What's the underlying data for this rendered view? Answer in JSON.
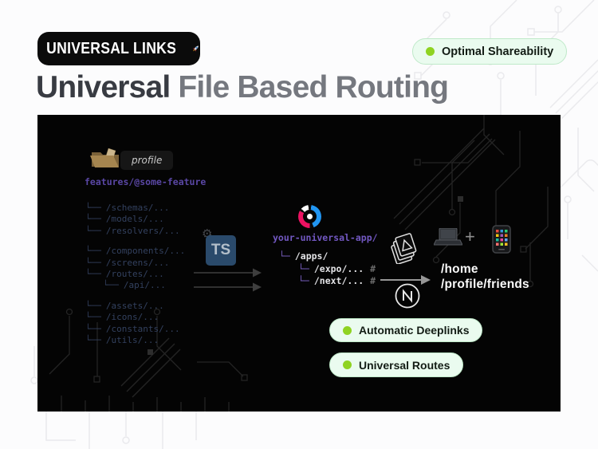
{
  "header": {
    "brand_badge": {
      "label": "UNIVERSAL LINKS"
    },
    "shareability_badge": {
      "label": "Optimal Shareability"
    },
    "title": {
      "primary": "Universal",
      "secondary": "File Based Routing"
    }
  },
  "panel": {
    "folder_tag": "profile",
    "feature_tree": {
      "root": "features/@some-feature",
      "glyph": "└──",
      "groups": [
        [
          {
            "label": "/schemas/...",
            "indent": 0
          },
          {
            "label": "/models/...",
            "indent": 0
          },
          {
            "label": "/resolvers/...",
            "indent": 0
          }
        ],
        [
          {
            "label": "/components/...",
            "indent": 0
          },
          {
            "label": "/screens/...",
            "indent": 0
          },
          {
            "label": "/routes/...",
            "indent": 0
          },
          {
            "label": "/api/...",
            "indent": 1
          }
        ],
        [
          {
            "label": "/assets/...",
            "indent": 0
          },
          {
            "label": "/icons/...",
            "indent": 0
          },
          {
            "label": "/constants/...",
            "indent": 0
          },
          {
            "label": "/utils/...",
            "indent": 0
          }
        ]
      ]
    },
    "ts_label": "TS",
    "app_tree": {
      "root": "your-universal-app/",
      "glyph": "└─",
      "items": [
        {
          "label": "/apps/",
          "indent": 0,
          "suffix": ""
        },
        {
          "label": "/expo/...",
          "indent": 1,
          "suffix": "#"
        },
        {
          "label": "/next/...",
          "indent": 1,
          "suffix": "#"
        }
      ]
    },
    "devices": {
      "plus_label": "+"
    },
    "routes": [
      "/home",
      "/profile/friends"
    ],
    "badges": [
      {
        "label": "Automatic Deeplinks"
      },
      {
        "label": "Universal Routes"
      }
    ]
  },
  "icons": {
    "brand_badge": "rocket-icon",
    "badge_dot": "green-status-dot",
    "folder": "open-folder-icon",
    "gear": "gear-icon",
    "typescript": "ts-logo",
    "expo_router": "expo-router-ring-logo",
    "expo": "expo-stack-logo",
    "nextjs": "nextjs-circle-logo",
    "laptop": "laptop-icon",
    "phone": "phone-icon"
  },
  "colors": {
    "accent_green": "#8fd321",
    "badge_bg": "#eafbef",
    "badge_border": "#bfe9c9",
    "panel_bg": "#040404",
    "purple_feature_root": "#5a47a5",
    "purple_app_root": "#7258c2",
    "purple_connector": "#7e63c8",
    "tree_text": "#33415f",
    "heading_primary": "#383b42",
    "heading_secondary": "#75787f",
    "ts_blue": "#2a4a6b"
  }
}
